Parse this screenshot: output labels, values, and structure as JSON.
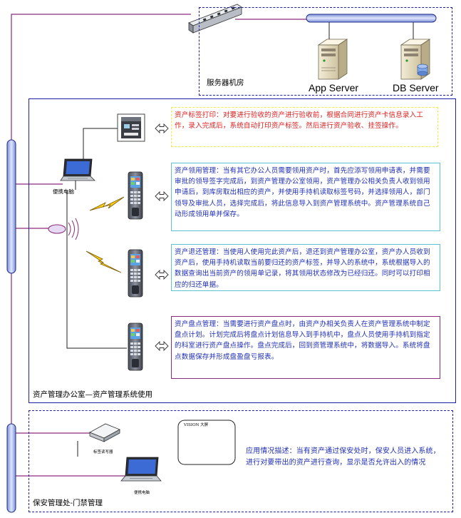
{
  "server_room": {
    "label": "服务器机房",
    "app_server_label": "App Server",
    "db_server_label": "DB Server"
  },
  "office_area": {
    "label": "资产管理办公室—资产管理系统使用",
    "laptop_label": "便携电脑"
  },
  "security_area": {
    "label": "保安管理处-门禁管理",
    "reader_label": "标签读写器",
    "screen_label": "VISION 大屏",
    "laptop_label": "便携电脑",
    "description": "应用情况描述：当有资产通过保安处时，保安人员进入系统，进行对要带出的资产进行查询，显示是否允许出入的情况"
  },
  "process_boxes": {
    "label_print": "资产标签打印：对要进行验收的资产进行验收前，根据合同进行资产卡信息录入工作，录入完成后，系统自动打印资产标签。然后进行资产验收、挂签操作。",
    "asset_borrow": "资产领用管理：当有其它办公人员需要领用资产时，首先应添写领用申请表，并需要审批的领导签字完成后，到资产管理办公室领用，资产管理办公相关负责人收到领用申请后，到库房取出相应的资产，并使用手持机读取标签号码，并选择领用人，部门领导及审批人员，选择完成后，将此信息导入到资产管理系统中。资产管理系统自己动形成领用单并保存。",
    "asset_return": "资产退还管理：当使用人使用完此资产后，退还到资产管理办公室，资产办人员收到资产后，使用手持机读取当前要归还的资产标签，并导入的系统中，系统根据导入的数据查询出当前资产的领用单记录，将其领用状态修改为已经归还。同时可以打印相应的归还单据。",
    "asset_inventory": "资产盘点管理：当需要进行资产盘点时，由资产办相关负责人在资产管理系统中制定盘点计划。计划完成后将盘点计划信息导入到手持机中，盘点人员使用手持机到指定的科室进行资产盘点操作。盘点完成后，回到资管理系统中，将数据导入。系统将盘点数据保存并形成盘盈盘亏报表。"
  },
  "icons": {
    "switch": "network-switch-icon",
    "app_server": "server-tower-icon",
    "db_server": "database-server-icon",
    "printer": "label-printer-icon",
    "handheld": "handheld-terminal-icon",
    "laptop": "laptop-icon",
    "rfid": "rfid-antenna-icon",
    "lightning": "wireless-lightning-icon",
    "arrow": "double-arrow-icon"
  },
  "colors": {
    "backbone": "#8a2a7a",
    "pipe_fill": "#b7c7ee",
    "pipe_stroke": "#1f2d8a",
    "server_box_border": "#1f1fa8",
    "office_border": "#1f1fa8",
    "print_box_border": "#f4ec3c",
    "print_text": "#e02020",
    "borrow_box_border": "#59c5d0",
    "return_box_border": "#59c5d0",
    "inventory_box_border": "#8a2a7a",
    "body_text_blue": "#1f2fb4",
    "lightning": "#ffd21a"
  }
}
